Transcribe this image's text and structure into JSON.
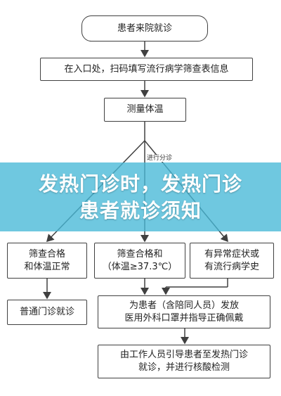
{
  "flow": {
    "start": "患者来院就诊",
    "step1": "在入口处，扫码填写流行病学筛查表信息",
    "step2": "测量体温",
    "branch_label": "进行分诊",
    "b1": "筛查合格\n和体温正常",
    "b2": "筛查合格和\n（体温≥37.3℃）",
    "b3": "有异常症状或\n有流行病学史",
    "b1_next": "普通门诊就诊",
    "mask": "为患者（含陪同人员）发放\n医用外科口罩并指导正确佩戴",
    "guide": "由工作人员引导患者至发热门诊\n就诊，并进行核酸检测"
  },
  "banner": {
    "line1": "发热门诊时，发热门诊",
    "line2": "患者就诊须知"
  },
  "colors": {
    "banner_bg": "#46b9d7",
    "border": "#404040"
  }
}
